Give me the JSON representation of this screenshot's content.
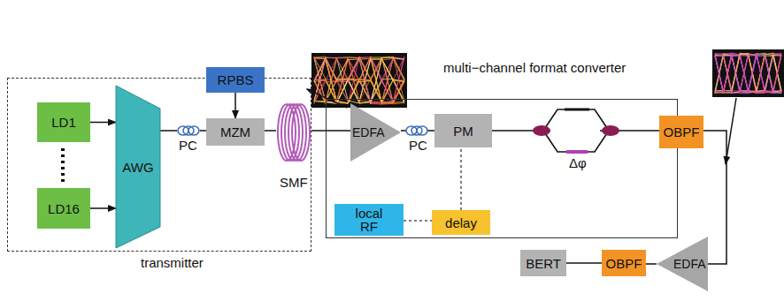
{
  "diagram": {
    "nodes": [
      {
        "text": [
          "transmitter"
        ]
      },
      {
        "text": [
          "LD1"
        ],
        "in": 0
      },
      {
        "text": [
          "LD16"
        ],
        "in": 0
      },
      {
        "text": [
          "AWG"
        ],
        "in": 0
      },
      {
        "text": [
          "MZM"
        ],
        "in": 0
      },
      {
        "text": [
          "RPBS"
        ],
        "in": 0
      },
      {
        "text": [
          "SMF"
        ]
      },
      {
        "text": [
          "multi−channel format converter"
        ]
      },
      {
        "text": [
          "EDFA"
        ],
        "in": 7
      },
      {
        "text": [
          "PM"
        ],
        "in": 7
      },
      {
        "text": [
          "local RF"
        ],
        "in": 7
      },
      {
        "text": [
          "delay"
        ],
        "in": 7
      },
      {
        "text": [
          "OBPF"
        ]
      },
      {
        "text": [
          "EDFA"
        ]
      },
      {
        "text": [
          "OBPF"
        ]
      },
      {
        "text": [
          "BERT"
        ]
      }
    ],
    "edges": [
      {
        "from": 1,
        "to": 3,
        "arrow": "to"
      },
      {
        "from": 2,
        "to": 3,
        "arrow": "to"
      },
      {
        "from": 3,
        "to": 4,
        "arrow": "none"
      },
      {
        "from": 5,
        "to": 4,
        "arrow": "to"
      },
      {
        "from": 4,
        "to": 6,
        "arrow": "none"
      },
      {
        "from": 6,
        "to": 8,
        "arrow": "none"
      },
      {
        "from": 8,
        "to": 9,
        "arrow": "none"
      },
      {
        "from": 10,
        "to": 11,
        "arrow": "none"
      },
      {
        "from": 11,
        "to": 9,
        "arrow": "none"
      },
      {
        "from": 9,
        "to": 12,
        "arrow": "none"
      },
      {
        "from": 12,
        "to": 13,
        "arrow": "none"
      },
      {
        "from": 13,
        "to": 14,
        "arrow": "none"
      },
      {
        "from": 14,
        "to": 15,
        "arrow": "none"
      }
    ],
    "labels": [
      "PC",
      "PC",
      "Δφ"
    ]
  }
}
